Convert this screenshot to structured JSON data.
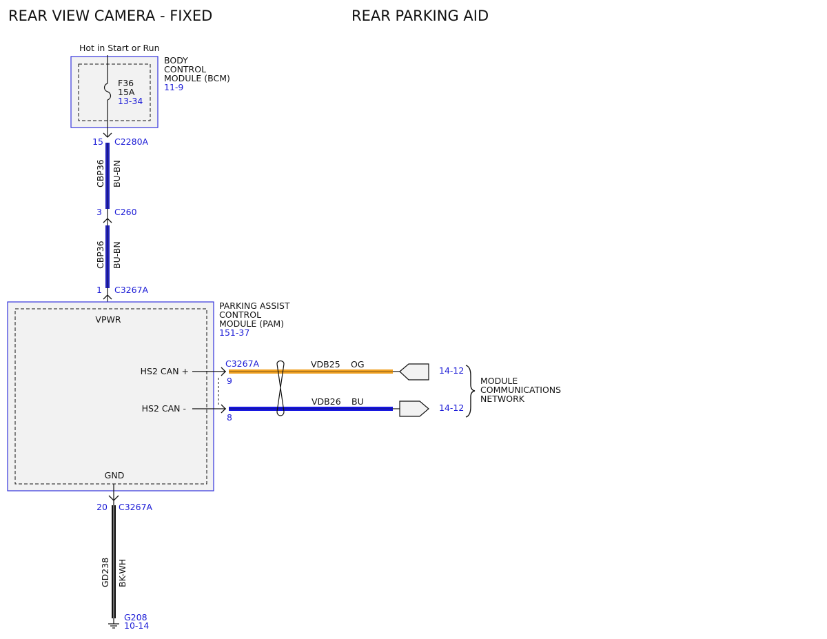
{
  "titles": {
    "left": "REAR VIEW CAMERA - FIXED",
    "right": "REAR PARKING AID"
  },
  "power_source": "Hot in Start or Run",
  "bcm": {
    "name_lines": [
      "BODY",
      "CONTROL",
      "MODULE (BCM)"
    ],
    "ref": "11-9",
    "fuse": {
      "id": "F36",
      "rating": "15A",
      "ref": "13-34"
    }
  },
  "connectors": {
    "c2280a": {
      "pin": "15",
      "name": "C2280A"
    },
    "c260": {
      "pin": "3",
      "name": "C260"
    },
    "c3267a_pin1": {
      "pin": "1",
      "name": "C3267A"
    },
    "c3267a_can": {
      "name": "C3267A",
      "pin_plus": "9",
      "pin_minus": "8"
    },
    "c3267a_pin20": {
      "pin": "20",
      "name": "C3267A"
    }
  },
  "wires": {
    "upper": {
      "circuit": "CBP36",
      "color_code": "BU-BN"
    },
    "middle": {
      "circuit": "CBP36",
      "color_code": "BU-BN"
    },
    "can_plus": {
      "circuit": "VDB25",
      "color_code": "OG"
    },
    "can_minus": {
      "circuit": "VDB26",
      "color_code": "BU"
    },
    "ground": {
      "circuit": "GD238",
      "color_code": "BK-WH"
    }
  },
  "pam": {
    "name_lines": [
      "PARKING ASSIST",
      "CONTROL",
      "MODULE (PAM)"
    ],
    "ref": "151-37",
    "pin_vpwr": "VPWR",
    "pin_can_plus": "HS2 CAN +",
    "pin_can_minus": "HS2 CAN -",
    "pin_gnd": "GND"
  },
  "network": {
    "ref_plus": "14-12",
    "ref_minus": "14-12",
    "label_lines": [
      "MODULE",
      "COMMUNICATIONS",
      "NETWORK"
    ]
  },
  "ground": {
    "name": "G208",
    "ref": "10-14"
  },
  "colors": {
    "ref_text": "#1a1ad6",
    "module_border": "#3333dd",
    "module_fill": "#f2f2f2",
    "wire_blue": "#2222bb",
    "wire_can_plus": "#f0a020",
    "wire_can_minus": "#1515e0",
    "wire_ground": "#111111"
  }
}
